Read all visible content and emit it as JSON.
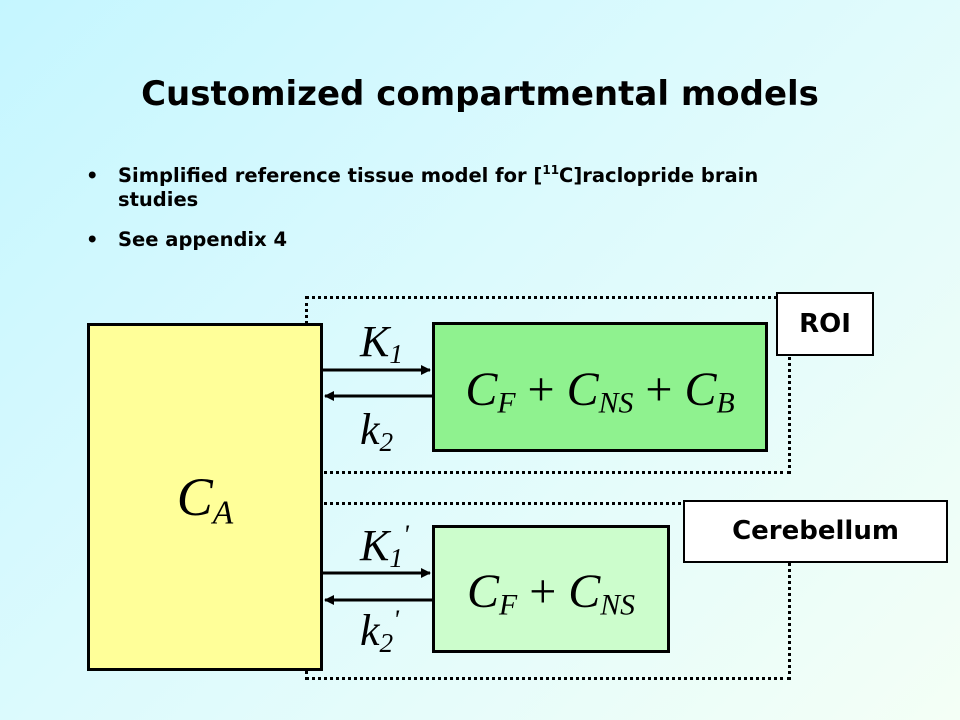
{
  "title": "Customized compartmental models",
  "bullets": [
    {
      "bullet": "•",
      "text_before": "Simplified reference tissue model for [",
      "sup": "11",
      "text_after": "C]raclopride brain studies"
    },
    {
      "bullet": "•",
      "text": "See appendix 4"
    }
  ],
  "diagram": {
    "plasma": {
      "symbol": "C",
      "sub": "A"
    },
    "roi": {
      "label": "ROI",
      "equation": [
        {
          "sym": "C",
          "sub": "F"
        },
        {
          "op": " + "
        },
        {
          "sym": "C",
          "sub": "NS"
        },
        {
          "op": " + "
        },
        {
          "sym": "C",
          "sub": "B"
        }
      ],
      "rate_in": {
        "sym": "K",
        "sub": "1"
      },
      "rate_out": {
        "sym": "k",
        "sub": "2"
      }
    },
    "cerebellum": {
      "label": "Cerebellum",
      "equation": [
        {
          "sym": "C",
          "sub": "F"
        },
        {
          "op": " + "
        },
        {
          "sym": "C",
          "sub": "NS"
        }
      ],
      "rate_in": {
        "sym": "K",
        "sub": "1",
        "sup": "'"
      },
      "rate_out": {
        "sym": "k",
        "sub": "2",
        "sup": "'"
      }
    },
    "colors": {
      "plasma_fill": "#ffff99",
      "roi_fill": "#8ff28f",
      "cerebellum_fill": "#ccfdcc",
      "background": "#c5f6ff"
    }
  }
}
